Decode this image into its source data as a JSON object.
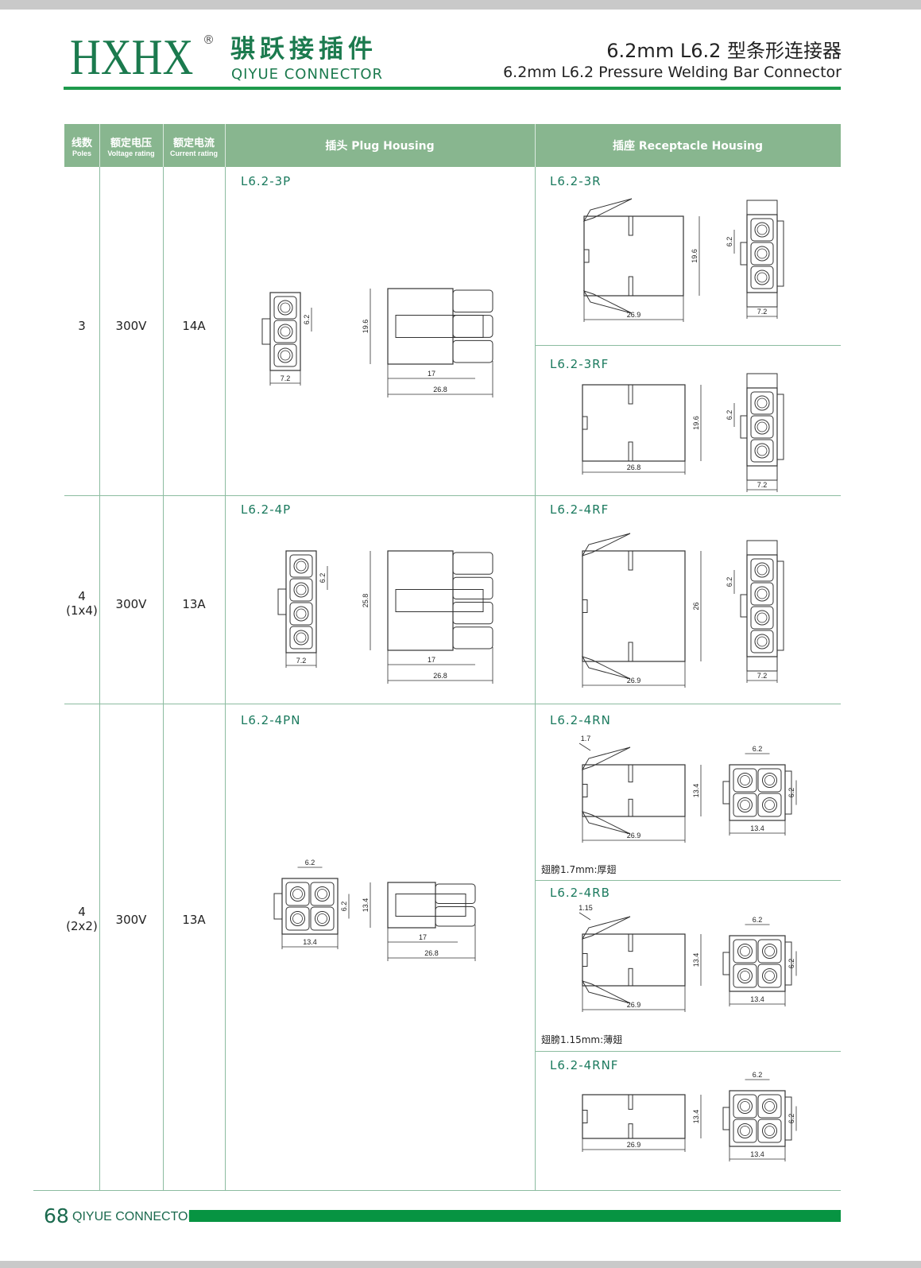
{
  "header": {
    "logo_text": "HXHX",
    "registered": "®",
    "brand_cn": "骐跃接插件",
    "brand_en": "QIYUE CONNECTOR",
    "title_cn": "6.2mm L6.2 型条形连接器",
    "title_en": "6.2mm L6.2 Pressure Welding Bar Connector"
  },
  "colors": {
    "brand": "#1b7a4e",
    "header_band": "#88b68f",
    "rule": "#1e9a4c",
    "footer_bar": "#079442"
  },
  "table": {
    "headers": {
      "poles_cn": "线数",
      "poles_en": "Poles",
      "voltage_cn": "额定电压",
      "voltage_en": "Voltage rating",
      "current_cn": "额定电流",
      "current_en": "Current rating",
      "plug": "插头 Plug Housing",
      "receptacle": "插座 Receptacle Housing"
    },
    "rows": [
      {
        "poles": "3",
        "poles_sub": "",
        "voltage": "300V",
        "current": "14A",
        "plug": {
          "model": "L6.2-3P",
          "dims": {
            "width": "7.2",
            "pitch": "6.2",
            "height": "19.6",
            "pin": "17",
            "length": "26.8"
          }
        },
        "receptacles": [
          {
            "model": "L6.2-3R",
            "dims": {
              "width": "7.2",
              "pitch": "6.2",
              "height": "19.6",
              "length": "26.9"
            }
          },
          {
            "model": "L6.2-3RF",
            "dims": {
              "width": "7.2",
              "pitch": "6.2",
              "height": "19.6",
              "length": "26.8"
            }
          }
        ]
      },
      {
        "poles": "4",
        "poles_sub": "(1x4)",
        "voltage": "300V",
        "current": "13A",
        "plug": {
          "model": "L6.2-4P",
          "dims": {
            "width": "7.2",
            "pitch": "6.2",
            "height": "25.8",
            "pin": "17",
            "length": "26.8"
          }
        },
        "receptacles": [
          {
            "model": "L6.2-4RF",
            "dims": {
              "width": "7.2",
              "pitch": "6.2",
              "height": "26",
              "length": "26.9"
            }
          }
        ]
      },
      {
        "poles": "4",
        "poles_sub": "(2x2)",
        "voltage": "300V",
        "current": "13A",
        "plug": {
          "model": "L6.2-4PN",
          "dims": {
            "width": "13.4",
            "pitch": "6.2",
            "height": "13.4",
            "pin": "17",
            "length": "26.8"
          }
        },
        "receptacles": [
          {
            "model": "L6.2-4RN",
            "wing": "1.7",
            "note": "翅膀1.7mm:厚翅",
            "dims": {
              "width": "13.4",
              "pitch": "6.2",
              "height": "13.4",
              "length": "26.9"
            }
          },
          {
            "model": "L6.2-4RB",
            "wing": "1.15",
            "note": "翅膀1.15mm:薄翅",
            "dims": {
              "width": "13.4",
              "pitch": "6.2",
              "height": "13.4",
              "length": "26.9"
            }
          },
          {
            "model": "L6.2-4RNF",
            "dims": {
              "width": "13.4",
              "pitch": "6.2",
              "height": "13.4",
              "length": "26.9"
            }
          }
        ]
      }
    ]
  },
  "footer": {
    "page": "68",
    "brand": "QIYUE CONNECTOR"
  }
}
